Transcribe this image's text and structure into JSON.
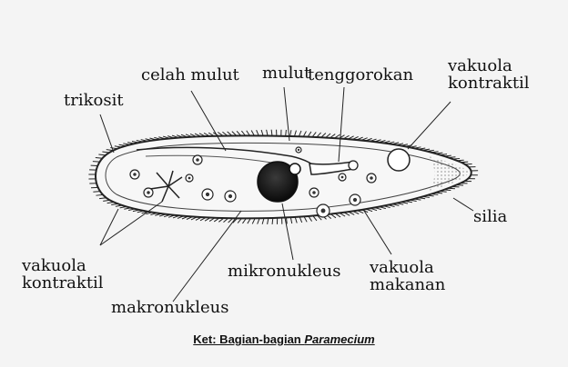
{
  "labels": {
    "mulut": "mulut",
    "celah_mulut": "celah mulut",
    "tenggorokan": "tenggorokan",
    "vakuola_kontraktil_top": "vakuola\nkontraktil",
    "trikosit": "trikosit",
    "silia": "silia",
    "vakuola_kontraktil_bottom": "vakuola\nkontraktil",
    "mikronukleus": "mikronukleus",
    "vakuola_makanan": "vakuola\nmakanan",
    "makronukleus": "makronukleus"
  },
  "caption": {
    "prefix": "Ket: Bagian-bagian ",
    "italic": "Paramecium"
  }
}
